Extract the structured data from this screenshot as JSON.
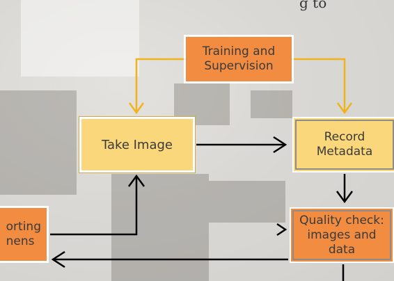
{
  "top_partial_text": "g to",
  "nodes": {
    "training": "Training and\nSupervision",
    "take_image": "Take Image",
    "record_metadata": "Record\nMetadata",
    "quality_check": "Quality check:\nimages and\ndata",
    "sorting": "orting\nnens"
  },
  "colors": {
    "orange": "#f28c41",
    "yellow": "#fad77a",
    "gold_arrow": "#f2b21c",
    "black_arrow": "#000000"
  }
}
